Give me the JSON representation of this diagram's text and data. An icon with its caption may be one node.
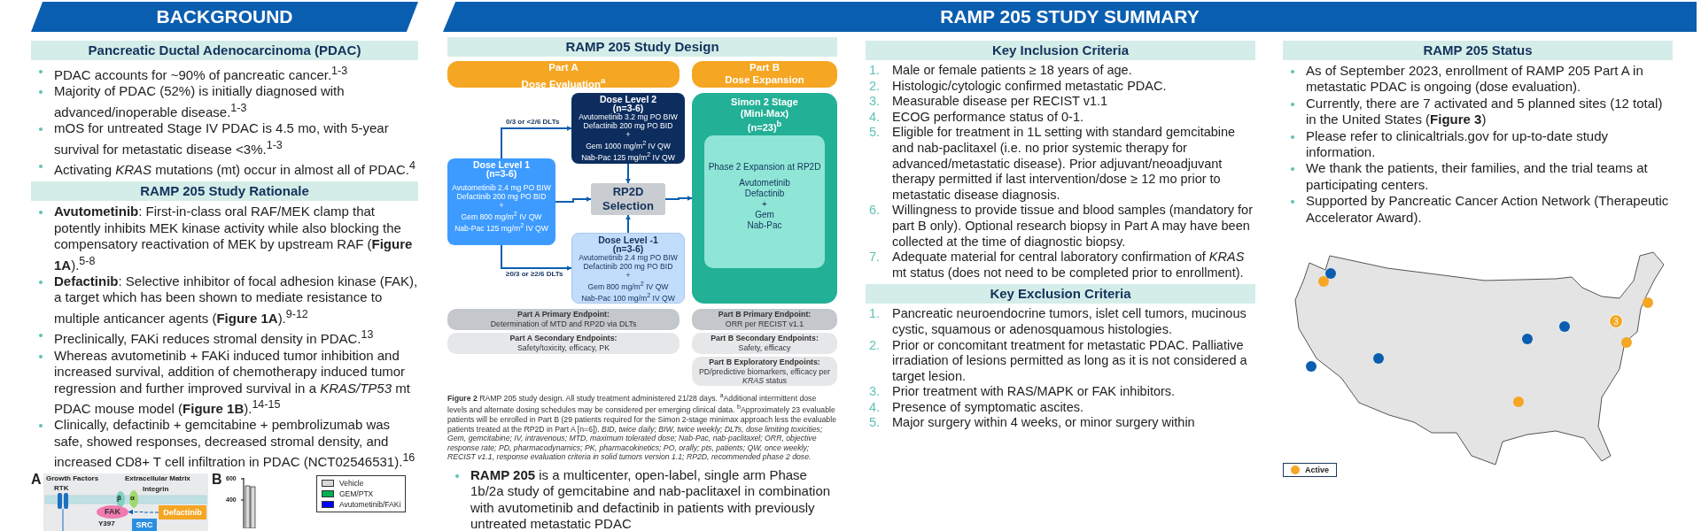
{
  "diagram": {
    "nodes": [
      {
        "text": [
          "BACKGROUND"
        ]
      },
      {
        "text": [
          "RAMP 205 STUDY SUMMARY"
        ]
      },
      {
        "text": [
          "Pancreatic Ductal Adenocarcinoma (PDAC)"
        ]
      },
      {
        "text": [
          "RAMP 205 Study Rationale"
        ]
      },
      {
        "text": [
          "RAMP 205 Study Design"
        ]
      },
      {
        "text": [
          "Part A",
          "Dose Evaluation$^{a}$"
        ]
      },
      {
        "text": [
          "Part B",
          "Dose Expansion"
        ]
      },
      {
        "text": [
          "Dose Level 2",
          "(n=3-6)",
          "Avutometinib 3.2 mg PO BIW",
          "Defactinib 200 mg PO BID",
          "+",
          "Gem 1000 mg/m$^{2}$ IV QW",
          "Nab-Pac 125 mg/m$^{2}$ IV QW"
        ]
      },
      {
        "text": [
          "Dose Level 1",
          "(n=3-6)",
          "Avutometinib 2.4 mg PO BIW",
          "Defactinib 200 mg PO BID",
          "+",
          "Gem 800 mg/m$^{2}$ IV QW",
          "Nab-Pac 125 mg/m$^{2}$ IV QW"
        ]
      },
      {
        "text": [
          "RP2D Selection"
        ]
      },
      {
        "text": [
          "Dose Level -1",
          "(n=3-6)",
          "Avutometinib 2.4 mg PO BIW",
          "Defactinib 200 mg PO BID",
          "+",
          "Gem 800 mg/m$^{2}$ IV QW",
          "Nab-Pac 100 mg/m$^{2}$ IV QW"
        ]
      },
      {
        "text": [
          "Simon 2 Stage",
          "(Mini-Max)",
          "(n=23)$^{b}$"
        ]
      },
      {
        "text": [
          "Phase 2 Expansion at RP2D",
          "Avutometinib",
          "Defactinib",
          "+",
          "Gem",
          "Nab-Pac"
        ],
        "in": 11
      },
      {
        "text": [
          "Part A Primary Endpoint:",
          "Determination of MTD and RP2D via DLTs"
        ]
      },
      {
        "text": [
          "Part B Primary Endpoint:",
          "ORR per RECIST v1.1"
        ]
      },
      {
        "text": [
          "Part A Secondary Endpoints:",
          "Safety/toxicity, efficacy, PK"
        ]
      },
      {
        "text": [
          "Part B Secondary Endpoints:",
          "Safety, efficacy"
        ]
      },
      {
        "text": [
          "Part B Exploratory Endpoints:",
          "PD/predictive biomarkers, efficacy per *KRAS* status"
        ]
      },
      {
        "text": [
          "Key Inclusion Criteria"
        ]
      },
      {
        "text": [
          "Key Exclusion Criteria"
        ]
      },
      {
        "text": [
          "RAMP 205 Status"
        ]
      },
      {
        "text": [
          "FAK"
        ]
      },
      {
        "text": [
          "SRC"
        ]
      },
      {
        "text": [
          "Defactinib"
        ]
      },
      {
        "text": [
          "3"
        ]
      }
    ],
    "edges": [
      {
        "from": 8,
        "to": 7,
        "arrow": "to",
        "label": "0/3 or <2/6 DLTs"
      },
      {
        "from": 8,
        "to": 10,
        "arrow": "to",
        "label": "≥0/3 or ≥2/6 DLTs"
      },
      {
        "from": 8,
        "to": 9,
        "arrow": "to"
      },
      {
        "from": 7,
        "to": 9,
        "arrow": "to"
      },
      {
        "from": 10,
        "to": 9,
        "arrow": "to"
      },
      {
        "from": 9,
        "to": 11,
        "arrow": "to"
      },
      {
        "from": 23,
        "to": 21,
        "arrow": "to",
        "style": "dashed"
      }
    ],
    "labels": [
      "PDAC accounts for ~90% of pancreatic cancer.$^{1-3}$",
      "Majority of PDAC (52%) is initially diagnosed with advanced/inoperable disease.$^{1-3}$",
      "mOS for untreated Stage IV PDAC is 4.5 mo, with 5-year survival for metastatic disease <3%.$^{1-3}$",
      "Activating *KRAS* mutations (mt) occur in almost all of PDAC.$^{4}$",
      "**Avutometinib**: First-in-class oral RAF/MEK clamp that potently inhibits MEK kinase activity while also blocking the compensatory reactivation of MEK by upstream RAF (**Figure 1A**).$^{5-8}$",
      "**Defactinib**: Selective inhibitor of focal adhesion kinase (FAK), a target which has been shown to mediate resistance to multiple anticancer agents (**Figure 1A**).$^{9-12}$",
      "Preclinically, FAKi reduces stromal density in PDAC.$^{13}$",
      "Whereas avutometinib + FAKi induced tumor inhibition and increased survival, addition of chemotherapy induced tumor regression and further improved survival in a *KRAS/TP53* mt PDAC mouse model (**Figure 1B**).$^{14-15}$",
      "Clinically, defactinib + gemcitabine + pembrolizumab was safe, showed responses, decreased stromal density, and increased CD8+ T cell infiltration in PDAC (NCT02546531).$^{16}$",
      "A",
      "Growth Factors",
      "Extracellular Matrix",
      "RTK",
      "Integrin",
      "β",
      "α",
      "Y397",
      "B",
      "600",
      "400",
      "**Figure 2** RAMP 205 study design. All study treatment administered 21/28 days. $^{a}$Additional intermittent dose levels and alternate dosing schedules may be considered per emerging clinical data. $^{b}$Approximately 23 evaluable patients will be enrolled in Part B (29 patients required for the Simon 2-stage minimax approach less the evaluable patients treated at the RP2D in Part A [n=6]). *BID, twice daily; BIW, twice weekly; DLTs, dose limiting toxicities; Gem, gemcitabine; IV, intravenous; MTD, maximum tolerated dose; Nab-Pac, nab-paclitaxel; ORR, objective response rate; PD, pharmacodynamics; PK, pharmacokinetics; PO, orally; pts, patients; QW, once weekly; RECIST v1.1, response evaluation criteria in solid tumors version 1.1; RP2D, recommended phase 2 dose.*",
      "**RAMP 205** is a multicenter, open-label, single arm Phase 1b/2a study of gemcitabine and nab-paclitaxel in combination with avutometinib and defactinib in patients with previously untreated metastatic PDAC",
      "1.",
      "Male or female patients ≥ 18 years of age.",
      "2.",
      "Histologic/cytologic confirmed metastatic PDAC.",
      "3.",
      "Measurable disease per RECIST v1.1",
      "4.",
      "ECOG performance status of 0-1.",
      "5.",
      "Eligible for treatment in 1L setting with standard gemcitabine and nab-paclitaxel (i.e. no prior systemic therapy for advanced/metastatic disease). Prior adjuvant/neoadjuvant therapy permitted if last intervention/dose ≥ 12 mo prior to metastatic disease diagnosis.",
      "6.",
      "Willingness to provide tissue and blood samples (mandatory for part B only). Optional research biopsy in Part A may have been collected at the time of diagnostic biopsy.",
      "7.",
      "Adequate material for central laboratory confirmation of *KRAS* mt status (does not need to be completed prior to enrollment).",
      "1.",
      "Pancreatic neuroendocrine tumors, islet cell tumors, mucinous cystic, squamous or adenosquamous histologies.",
      "2.",
      "Prior or concomitant treatment for metastatic PDAC. Palliative irradiation of lesions permitted as long as it is not considered a target lesion.",
      "3.",
      "Prior treatment with RAS/MAPK or FAK inhibitors.",
      "4.",
      "Presence of symptomatic ascites.",
      "5.",
      "Major surgery within 4 weeks, or minor surgery within",
      "As of September 2023, enrollment of RAMP 205 Part A in metastatic PDAC is ongoing (dose evaluation).",
      "Currently, there are 7 activated and 5 planned sites (12 total) in the United States (**Figure 3**)",
      "Please refer to clinicaltrials.gov for up-to-date study information.",
      "We thank the patients, their families, and the trial teams at participating centers.",
      "Supported by Pancreatic Cancer Action Network (Therapeutic Accelerator Award)."
    ],
    "legend": [
      {
        "text": "Active",
        "color": "#f5a623"
      },
      {
        "text": "Vehicle",
        "color": "#d9d9d9"
      },
      {
        "text": "GEM/PTX",
        "color": "#00b050"
      },
      {
        "text": "Avutometinib/FAKi",
        "color": "#0000ff"
      }
    ]
  }
}
